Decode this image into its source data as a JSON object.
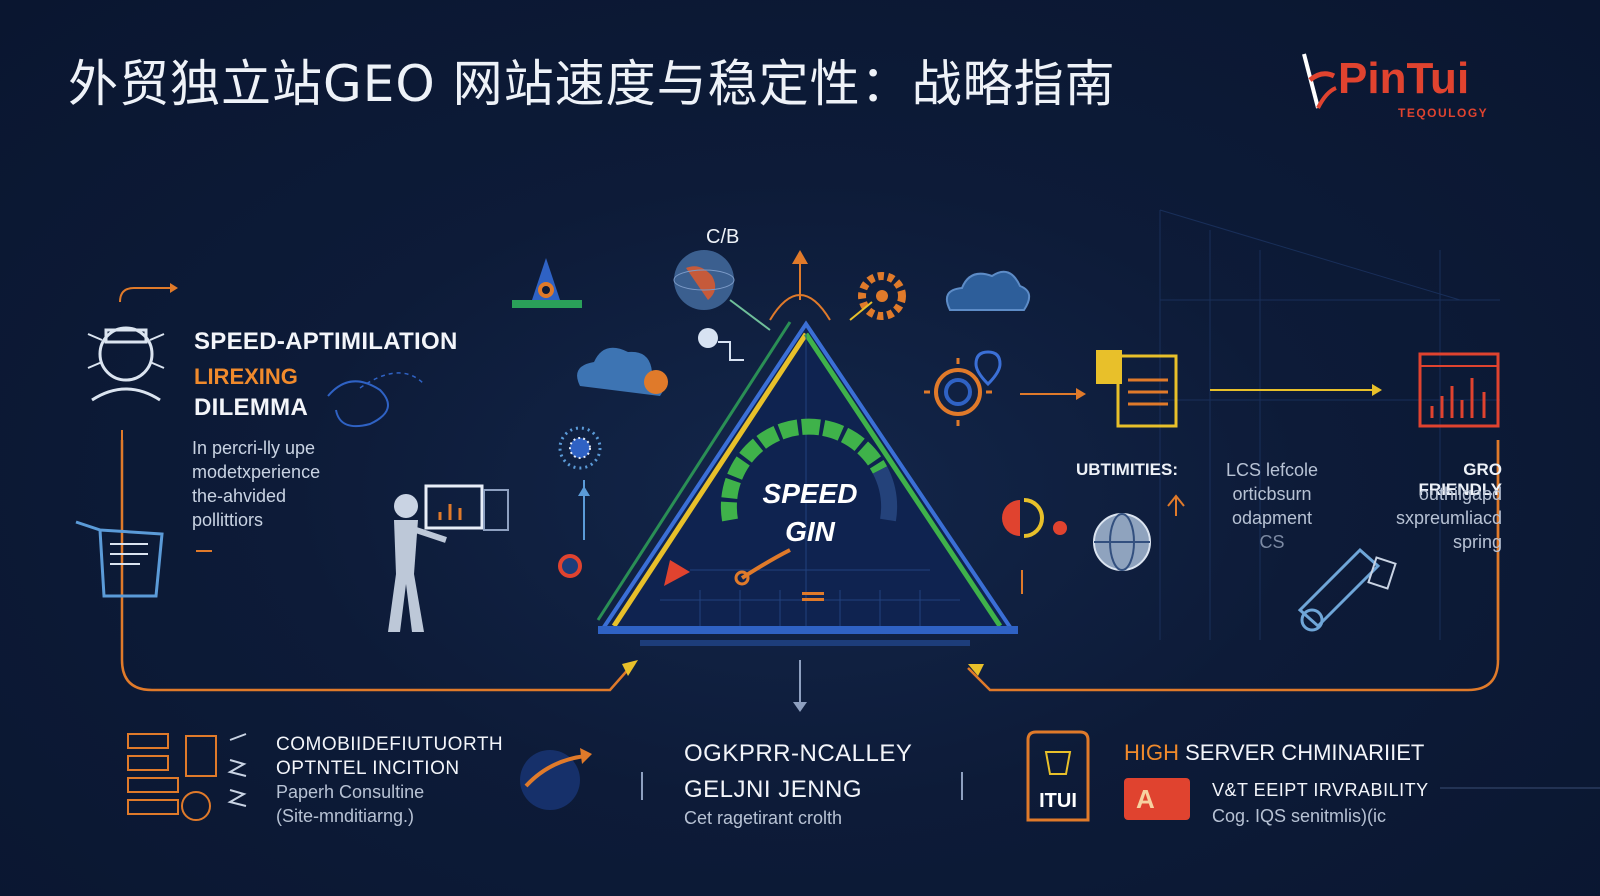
{
  "title": "外贸独立站GEO 网站速度与稳定性：战略指南",
  "logo": {
    "name": "PinTui",
    "sub": "TEQOULOGY"
  },
  "left_panel": {
    "heading1": "SPEED-APTIMILATION",
    "heading2": "LIREXING",
    "heading3": "DILEMMA",
    "lines": [
      "In percri-lly upe",
      "modetxperience",
      "the-ahvided",
      "pollittiors"
    ]
  },
  "top_label": "C/B",
  "center": {
    "line1": "SPEED",
    "line2": "GIN"
  },
  "right_panel": {
    "col1_heading": "UBTIMITIES:",
    "col2_lines": [
      "LCS lefcole",
      "orticbsurn",
      "odapment",
      "CS"
    ],
    "col3_heading": "GRO FRIENDLY",
    "col3_lines": [
      "outhilgapd",
      "sxpreumliacd",
      "spring"
    ]
  },
  "bottom": {
    "left": {
      "line1": "COMOBIIDEFIUTUORTH",
      "line2": "OPTNTEL INCITION",
      "line3": "Paperh Consultine",
      "line4": "(Site-mnditiarng.)"
    },
    "middle": {
      "line1": "OGKPRR-NCALLEY",
      "line2": "GELJNI JENNG",
      "line3": "Cet ragetirant crolth"
    },
    "right": {
      "badge_text": "ITUI",
      "heading_prefix": "HIGH",
      "heading": "SERVER CHMINARIIET",
      "line2": "V&T EEIPT IRVRABILITY",
      "line3": "Cog. IQS senitmlis)(ic"
    }
  },
  "colors": {
    "background": "#0d1b38",
    "accent_orange": "#f08a2c",
    "brand_red": "#e0432f",
    "line_blue": "#3b6fd6",
    "green": "#3fb24a",
    "yellow": "#e8c02a"
  }
}
